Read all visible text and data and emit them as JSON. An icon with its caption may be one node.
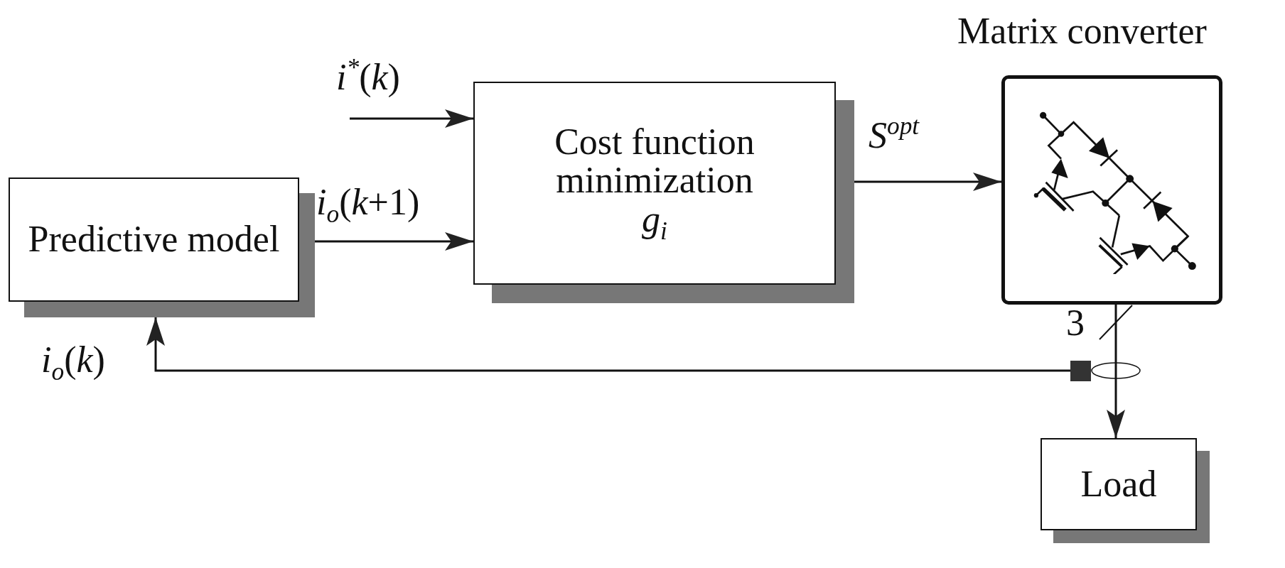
{
  "diagram": {
    "nodes": [
      {
        "text": [
          "Predictive model"
        ]
      },
      {
        "text": [
          "Cost function minimization",
          "*g*$_{i}$"
        ]
      },
      {
        "text": [
          "Matrix converter"
        ]
      },
      {
        "text": [
          "Load"
        ]
      },
      {
        "text": [],
        "shape": "box"
      }
    ],
    "edges": [
      {
        "from": null,
        "to": 1,
        "arrow": "to",
        "label": "*i*$^{*}$(*k*)"
      },
      {
        "from": 0,
        "to": 1,
        "arrow": "to",
        "label": "*i*$_{o}$(*k*+1)"
      },
      {
        "from": 1,
        "to": 2,
        "arrow": "to",
        "label": "*S*$^{opt}$"
      },
      {
        "from": 2,
        "to": 3,
        "arrow": "to",
        "label": "3"
      },
      {
        "from": 4,
        "to": 0,
        "arrow": "to",
        "label": "*i*$_{o}$(*k*)"
      }
    ]
  }
}
